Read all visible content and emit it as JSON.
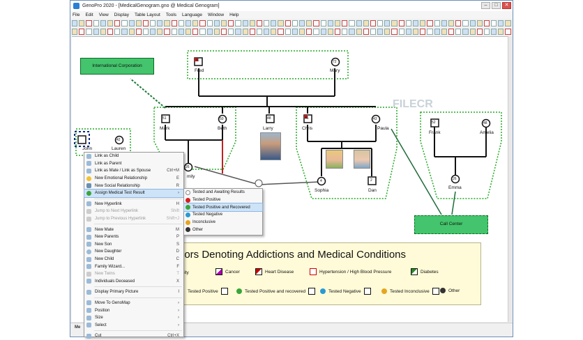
{
  "window": {
    "title": "GenoPro 2020 - [MedicalGenogram.gno @ Medical Genogram]"
  },
  "menubar": [
    "File",
    "Edit",
    "View",
    "Display",
    "Table Layout",
    "Tools",
    "Language",
    "Window",
    "Help"
  ],
  "watermark": "FILECR",
  "nodes": {
    "fred": "Fred",
    "mary": "Mary",
    "mark": "Mark",
    "beth": "Beth",
    "larry": "Larry",
    "chris": "Chris",
    "paula": "Paula",
    "frank": "Frank",
    "amelia": "Amelia",
    "john": "John",
    "lauren": "Lauren",
    "emily": "mily",
    "sophia": "Sophia",
    "dan": "Dan",
    "emma": "Emma"
  },
  "ages": {
    "fred": "76",
    "mary": "72",
    "mark": "51",
    "beth": "50",
    "larry": "48",
    "chris": "46",
    "paula": "43",
    "frank": "52",
    "amelia": "48",
    "lauren": "42",
    "emily": "26",
    "sophia": "4",
    "dan": "2",
    "emma": "26"
  },
  "boxes": {
    "intl_corp": "International Corporation",
    "call_center": "Call Center"
  },
  "context_menu": {
    "items": [
      {
        "label": "Link as Child",
        "shortcut": ""
      },
      {
        "label": "Link as Parent",
        "shortcut": ""
      },
      {
        "label": "Link as Mate / Link as Spouse",
        "shortcut": "Ctrl+M"
      },
      {
        "label": "New Emotional Relationship",
        "shortcut": "E"
      },
      {
        "label": "New Social Relationship",
        "shortcut": "R"
      },
      {
        "label": "Assign Medical Test Result",
        "shortcut": ""
      },
      {
        "label": "New Hyperlink",
        "shortcut": "H"
      },
      {
        "label": "Jump to Next Hyperlink",
        "shortcut": "Shift"
      },
      {
        "label": "Jump to Previous Hyperlink",
        "shortcut": "Shift+J"
      },
      {
        "label": "New Mate",
        "shortcut": "M"
      },
      {
        "label": "New Parents",
        "shortcut": "P"
      },
      {
        "label": "New Son",
        "shortcut": "S"
      },
      {
        "label": "New Daughter",
        "shortcut": "D"
      },
      {
        "label": "New Child",
        "shortcut": "C"
      },
      {
        "label": "Family Wizard...",
        "shortcut": "F"
      },
      {
        "label": "New Twins",
        "shortcut": "T"
      },
      {
        "label": "Individuals Deceased",
        "shortcut": "X"
      },
      {
        "label": "Display Primary Picture",
        "shortcut": "I"
      },
      {
        "label": "Move To GenoMap",
        "shortcut": ""
      },
      {
        "label": "Position",
        "shortcut": ""
      },
      {
        "label": "Size",
        "shortcut": ""
      },
      {
        "label": "Select",
        "shortcut": ""
      },
      {
        "label": "Cut",
        "shortcut": "Ctrl+X"
      }
    ]
  },
  "submenu": {
    "items": [
      "Tested and Awaiting Results",
      "Tested Positive",
      "Tested Positive and Recovered",
      "Tested Negative",
      "Inconclusive",
      "Other"
    ]
  },
  "legend": {
    "title": "lors Denoting Addictions and Medical Conditions",
    "row1": [
      "sity",
      "Cancer",
      "Heart Disease",
      "Hypertension / High Blood Pressure",
      "Diabetes"
    ],
    "row2": [
      "Tested Positive",
      "Tested Positive and recovered",
      "Tested Negative",
      "Tested Inconclusive",
      "Other"
    ]
  },
  "statusbar": {
    "tab": "Me"
  },
  "colors": {
    "green_dotted": "#22aa22",
    "box_green": "#44c46c",
    "selection": "#cde3f7"
  }
}
